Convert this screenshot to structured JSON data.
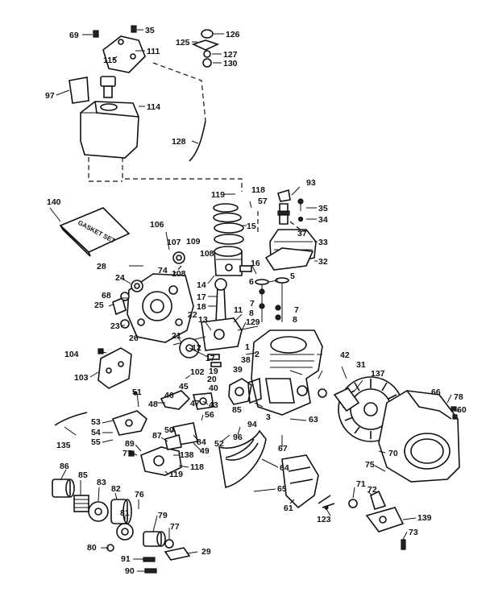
{
  "gasket_set_text": "GASKET SET",
  "labels": [
    {
      "id": "69",
      "t": "69"
    },
    {
      "id": "35a",
      "t": "35"
    },
    {
      "id": "115",
      "t": "115"
    },
    {
      "id": "111",
      "t": "111"
    },
    {
      "id": "125",
      "t": "125"
    },
    {
      "id": "126",
      "t": "126"
    },
    {
      "id": "127",
      "t": "127"
    },
    {
      "id": "130",
      "t": "130"
    },
    {
      "id": "97",
      "t": "97"
    },
    {
      "id": "114",
      "t": "114"
    },
    {
      "id": "128",
      "t": "128"
    },
    {
      "id": "93",
      "t": "93"
    },
    {
      "id": "35b",
      "t": "35"
    },
    {
      "id": "34",
      "t": "34"
    },
    {
      "id": "37",
      "t": "37"
    },
    {
      "id": "33",
      "t": "33"
    },
    {
      "id": "32",
      "t": "32"
    },
    {
      "id": "119a",
      "t": "119"
    },
    {
      "id": "118a",
      "t": "118"
    },
    {
      "id": "57",
      "t": "57"
    },
    {
      "id": "15",
      "t": "15"
    },
    {
      "id": "140",
      "t": "140"
    },
    {
      "id": "106",
      "t": "106"
    },
    {
      "id": "107",
      "t": "107"
    },
    {
      "id": "109",
      "t": "109"
    },
    {
      "id": "108a",
      "t": "108"
    },
    {
      "id": "108b",
      "t": "108"
    },
    {
      "id": "74",
      "t": "74"
    },
    {
      "id": "28",
      "t": "28"
    },
    {
      "id": "16",
      "t": "16"
    },
    {
      "id": "14",
      "t": "14"
    },
    {
      "id": "6",
      "t": "6"
    },
    {
      "id": "5",
      "t": "5"
    },
    {
      "id": "24",
      "t": "24"
    },
    {
      "id": "17a",
      "t": "17"
    },
    {
      "id": "7a",
      "t": "7"
    },
    {
      "id": "7b",
      "t": "7"
    },
    {
      "id": "68",
      "t": "68"
    },
    {
      "id": "18",
      "t": "18"
    },
    {
      "id": "25",
      "t": "25"
    },
    {
      "id": "22",
      "t": "22"
    },
    {
      "id": "11",
      "t": "11"
    },
    {
      "id": "8a",
      "t": "8"
    },
    {
      "id": "8b",
      "t": "8"
    },
    {
      "id": "23",
      "t": "23"
    },
    {
      "id": "13",
      "t": "13"
    },
    {
      "id": "129",
      "t": "129"
    },
    {
      "id": "26",
      "t": "26"
    },
    {
      "id": "21",
      "t": "21"
    },
    {
      "id": "12",
      "t": "12"
    },
    {
      "id": "1",
      "t": "1"
    },
    {
      "id": "2",
      "t": "2"
    },
    {
      "id": "42",
      "t": "42"
    },
    {
      "id": "104",
      "t": "104"
    },
    {
      "id": "17b",
      "t": "17"
    },
    {
      "id": "38",
      "t": "38"
    },
    {
      "id": "31",
      "t": "31"
    },
    {
      "id": "103",
      "t": "103"
    },
    {
      "id": "102",
      "t": "102"
    },
    {
      "id": "19",
      "t": "19"
    },
    {
      "id": "39",
      "t": "39"
    },
    {
      "id": "20",
      "t": "20"
    },
    {
      "id": "40",
      "t": "40"
    },
    {
      "id": "137",
      "t": "137"
    },
    {
      "id": "51",
      "t": "51"
    },
    {
      "id": "45",
      "t": "45"
    },
    {
      "id": "46",
      "t": "46"
    },
    {
      "id": "48",
      "t": "48"
    },
    {
      "id": "47",
      "t": "47"
    },
    {
      "id": "43",
      "t": "43"
    },
    {
      "id": "66",
      "t": "66"
    },
    {
      "id": "78",
      "t": "78"
    },
    {
      "id": "60",
      "t": "60"
    },
    {
      "id": "85",
      "t": "85"
    },
    {
      "id": "3",
      "t": "3"
    },
    {
      "id": "94",
      "t": "94"
    },
    {
      "id": "63",
      "t": "63"
    },
    {
      "id": "135",
      "t": "135"
    },
    {
      "id": "53",
      "t": "53"
    },
    {
      "id": "54",
      "t": "54"
    },
    {
      "id": "55",
      "t": "55"
    },
    {
      "id": "50",
      "t": "50"
    },
    {
      "id": "56",
      "t": "56"
    },
    {
      "id": "87",
      "t": "87"
    },
    {
      "id": "52",
      "t": "52"
    },
    {
      "id": "84",
      "t": "84"
    },
    {
      "id": "96",
      "t": "96"
    },
    {
      "id": "49",
      "t": "49"
    },
    {
      "id": "89",
      "t": "89"
    },
    {
      "id": "67",
      "t": "67"
    },
    {
      "id": "77a",
      "t": "77"
    },
    {
      "id": "138",
      "t": "138"
    },
    {
      "id": "70",
      "t": "70"
    },
    {
      "id": "118b",
      "t": "118"
    },
    {
      "id": "119b",
      "t": "119"
    },
    {
      "id": "64",
      "t": "64"
    },
    {
      "id": "75",
      "t": "75"
    },
    {
      "id": "86",
      "t": "86"
    },
    {
      "id": "85b",
      "t": "85"
    },
    {
      "id": "83",
      "t": "83"
    },
    {
      "id": "82",
      "t": "82"
    },
    {
      "id": "76",
      "t": "76"
    },
    {
      "id": "81",
      "t": "81"
    },
    {
      "id": "65",
      "t": "65"
    },
    {
      "id": "71",
      "t": "71"
    },
    {
      "id": "72",
      "t": "72"
    },
    {
      "id": "61",
      "t": "61"
    },
    {
      "id": "79",
      "t": "79"
    },
    {
      "id": "123",
      "t": "123"
    },
    {
      "id": "139",
      "t": "139"
    },
    {
      "id": "77b",
      "t": "77"
    },
    {
      "id": "80",
      "t": "80"
    },
    {
      "id": "73",
      "t": "73"
    },
    {
      "id": "29",
      "t": "29"
    },
    {
      "id": "91",
      "t": "91"
    },
    {
      "id": "90",
      "t": "90"
    }
  ]
}
